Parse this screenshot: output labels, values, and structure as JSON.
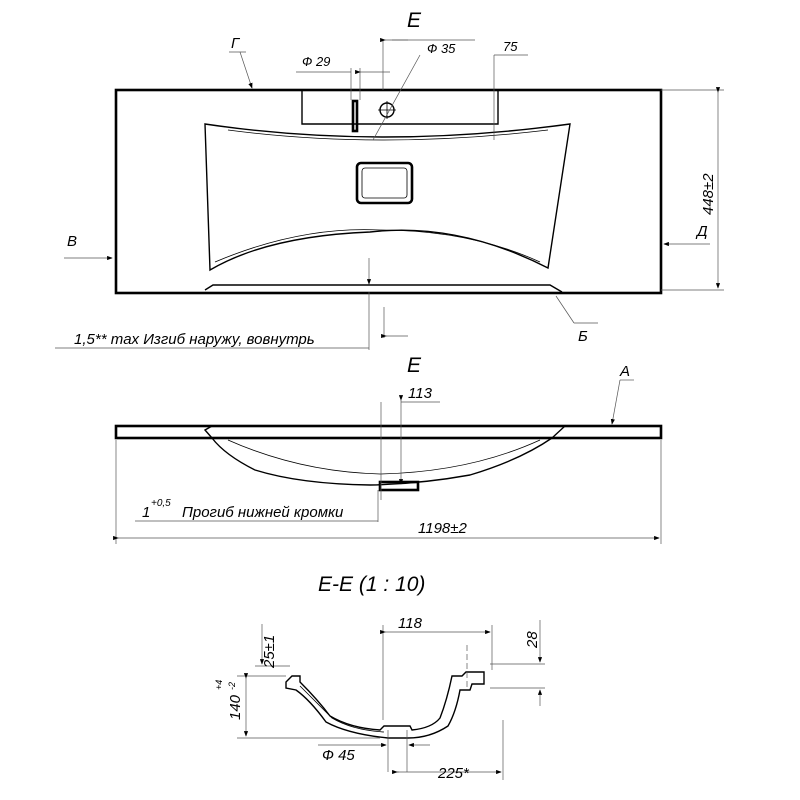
{
  "top_view": {
    "section_marker_top": "E",
    "section_marker_bottom": "E",
    "label_g": "Г",
    "label_v": "В",
    "label_d": "Д",
    "label_b": "Б",
    "dim_d29": "Ф 29",
    "dim_d35": "Ф 35",
    "dim_75": "75",
    "dim_448": "448±2",
    "note_bend": "1,5** max Изгиб наружу, вовнутрь"
  },
  "side_view": {
    "label_a": "А",
    "dim_113": "113",
    "note_deflection_base": "1",
    "note_deflection_sup": "+0,5",
    "note_deflection_text": "Прогиб нижней кромки",
    "dim_1198": "1198±2"
  },
  "section_view": {
    "title": "E-E (1 : 10)",
    "dim_118": "118",
    "dim_28": "28",
    "dim_25": "25±1",
    "dim_140_base": "140",
    "dim_140_tol_top": "+4",
    "dim_140_tol_bottom": "-2",
    "dim_d45": "Ф 45",
    "dim_225": "225*"
  }
}
